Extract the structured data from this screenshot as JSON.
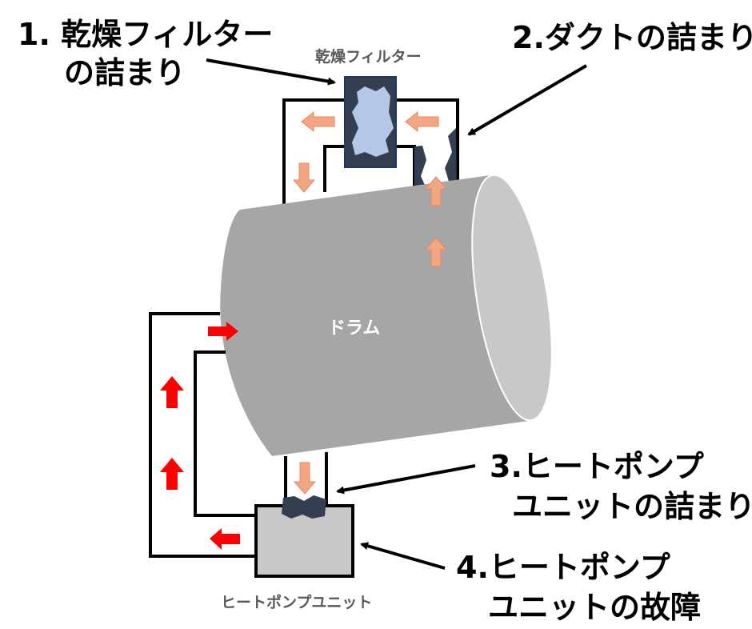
{
  "callouts": [
    {
      "line1": "1. 乾燥フィルター",
      "line2": "の詰まり"
    },
    {
      "line1": "2.ダクトの詰まり"
    },
    {
      "line1": "3.ヒートポンプ",
      "line2": "ユニットの詰まり"
    },
    {
      "line1": "4.ヒートポンプ",
      "line2": "ユニットの故障"
    }
  ],
  "components": {
    "filter_label": "乾燥フィルター",
    "drum_label": "ドラム",
    "heat_pump_label": "ヒートポンプユニット"
  },
  "colors": {
    "drum_body": "#a6a6a6",
    "drum_face": "#c8c8c8",
    "clog": "#333f50",
    "filter_inner": "#b4c7e7",
    "exhaust_arrow": "#f4a582",
    "hot_air_arrow": "#ff0000",
    "heat_pump_box": "#c8c8c8",
    "duct_line": "#000000"
  }
}
